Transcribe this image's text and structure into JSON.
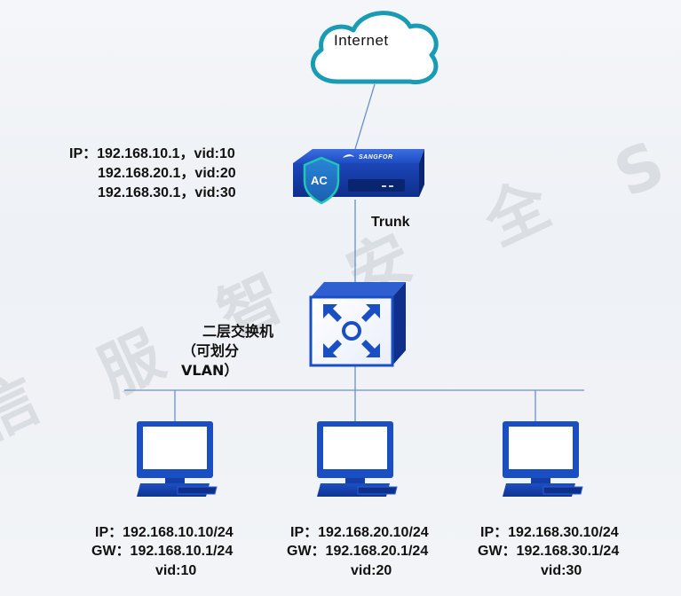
{
  "cloud": {
    "label": "Internet"
  },
  "ac": {
    "badge": "AC",
    "brand": "SANGFOR",
    "ip_lines": [
      "IP：192.168.10.1，vid:10",
      "192.168.20.1，vid:20",
      "192.168.30.1，vid:30"
    ]
  },
  "trunk_label": "Trunk",
  "switch": {
    "label_lines": [
      "二层交换机",
      "（可划分",
      "VLAN）"
    ]
  },
  "hosts": [
    {
      "ip": "IP：192.168.10.10/24",
      "gw": "GW：192.168.10.1/24",
      "vid": "vid:10"
    },
    {
      "ip": "IP：192.168.20.10/24",
      "gw": "GW：192.168.20.1/24",
      "vid": "vid:20"
    },
    {
      "ip": "IP：192.168.30.10/24",
      "gw": "GW：192.168.30.1/24",
      "vid": "vid:30"
    }
  ],
  "watermark": [
    "信",
    "服",
    "智",
    "安",
    "全",
    "S"
  ],
  "colors": {
    "device_blue": "#1a4fc4",
    "device_dark": "#0e2f8a",
    "cloud_stroke": "#1a9bb5",
    "line": "#6a8fcf",
    "text": "#111111"
  }
}
